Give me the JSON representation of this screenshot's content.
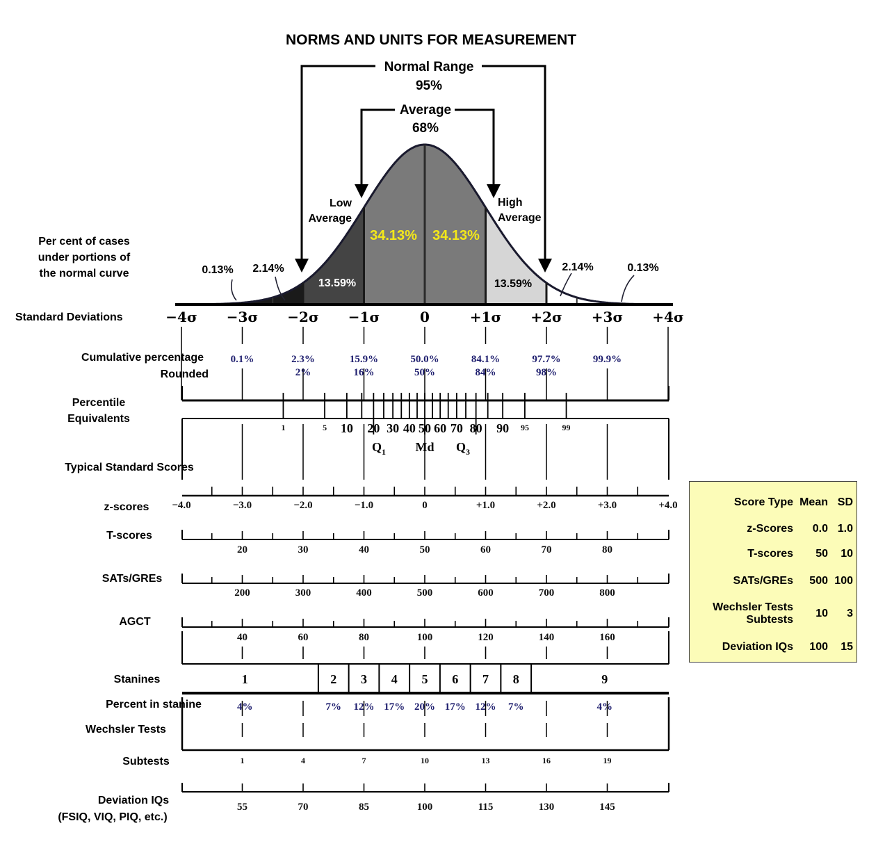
{
  "title": "NORMS AND UNITS FOR MEASUREMENT",
  "normal_range": {
    "label": "Normal Range",
    "pct": "95%"
  },
  "average": {
    "label": "Average",
    "pct": "68%"
  },
  "low_average": [
    "Low",
    "Average"
  ],
  "high_average": [
    "High",
    "Average"
  ],
  "curve_percent_label": [
    "Per cent of cases",
    "under portions of",
    "the normal curve"
  ],
  "area_percents": {
    "center_left": "34.13%",
    "center_right": "34.13%",
    "inner_left": "13.59%",
    "inner_right": "13.59%",
    "tail_left_outer": "0.13%",
    "tail_left_inner": "2.14%",
    "tail_right_inner": "2.14%",
    "tail_right_outer": "0.13%"
  },
  "row_labels": {
    "sd": "Standard Deviations",
    "cum": "Cumulative percentage",
    "rounded": "Rounded",
    "pct_eq_1": "Percentile",
    "pct_eq_2": "Equivalents",
    "typical": "Typical Standard Scores",
    "z": "z-scores",
    "t": "T-scores",
    "sat": "SATs/GREs",
    "agct": "AGCT",
    "stanines": "Stanines",
    "pct_stanine": "Percent in stanine",
    "wechsler": "Wechsler Tests",
    "subtests": "Subtests",
    "iq": "Deviation IQs",
    "iq_sub": "(FSIQ, VIQ, PIQ, etc.)"
  },
  "sd_labels": [
    "−4σ",
    "−3σ",
    "−2σ",
    "−1σ",
    "0",
    "+1σ",
    "+2σ",
    "+3σ",
    "+4σ"
  ],
  "cumulative": [
    "0.1%",
    "2.3%",
    "15.9%",
    "50.0%",
    "84.1%",
    "97.7%",
    "99.9%"
  ],
  "cumulative_rounded": [
    "2%",
    "16%",
    "50%",
    "84%",
    "98%"
  ],
  "percentile_small": [
    "1",
    "5",
    "95",
    "99"
  ],
  "percentile_main": [
    "10",
    "20",
    "30",
    "40",
    "50",
    "60",
    "70",
    "80",
    "90"
  ],
  "quartiles": {
    "q1": "Q",
    "q1_sub": "1",
    "md": "Md",
    "q3": "Q",
    "q3_sub": "3"
  },
  "z_scores": [
    "−4.0",
    "−3.0",
    "−2.0",
    "−1.0",
    "0",
    "+1.0",
    "+2.0",
    "+3.0",
    "+4.0"
  ],
  "t_scores": [
    "20",
    "30",
    "40",
    "50",
    "60",
    "70",
    "80"
  ],
  "sat_scores": [
    "200",
    "300",
    "400",
    "500",
    "600",
    "700",
    "800"
  ],
  "agct_scores": [
    "40",
    "60",
    "80",
    "100",
    "120",
    "140",
    "160"
  ],
  "stanines": [
    "1",
    "2",
    "3",
    "4",
    "5",
    "6",
    "7",
    "8",
    "9"
  ],
  "stanine_percents": [
    "4%",
    "7%",
    "12%",
    "17%",
    "20%",
    "17%",
    "12%",
    "7%",
    "4%"
  ],
  "subtest_scores": [
    "1",
    "4",
    "7",
    "10",
    "13",
    "16",
    "19"
  ],
  "iq_scores": [
    "55",
    "70",
    "85",
    "100",
    "115",
    "130",
    "145"
  ],
  "legend": {
    "headers": [
      "Score Type",
      "Mean",
      "SD"
    ],
    "rows": [
      {
        "type": [
          "z-Scores"
        ],
        "mean": "0.0",
        "sd": "1.0"
      },
      {
        "type": [
          "T-scores"
        ],
        "mean": "50",
        "sd": "10"
      },
      {
        "type": [
          "SATs/GREs"
        ],
        "mean": "500",
        "sd": "100"
      },
      {
        "type": [
          "Wechsler Tests",
          "Subtests"
        ],
        "mean": "10",
        "sd": "3"
      },
      {
        "type": [
          "Deviation IQs"
        ],
        "mean": "100",
        "sd": "15"
      }
    ]
  },
  "colors": {
    "center": "#7a7a7a",
    "inner_left": "#444444",
    "inner_right": "#d6d6d6",
    "tail": "#1a1a1a",
    "highlight": "#f4e81a",
    "legend_bg": "#fcfcb8"
  }
}
